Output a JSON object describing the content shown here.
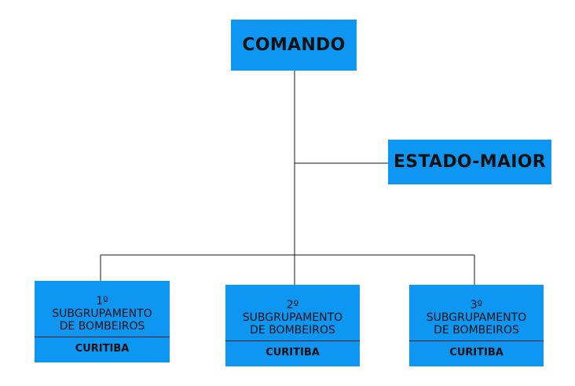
{
  "command": {
    "label": "COMANDO"
  },
  "staff": {
    "label": "ESTADO-MAIOR"
  },
  "units": [
    {
      "ordinal": "1º",
      "line1": "SUBGRUPAMENTO",
      "line2": "DE BOMBEIROS",
      "city": "CURITIBA"
    },
    {
      "ordinal": "2º",
      "line1": "SUBGRUPAMENTO",
      "line2": "DE BOMBEIROS",
      "city": "CURITIBA"
    },
    {
      "ordinal": "3º",
      "line1": "SUBGRUPAMENTO",
      "line2": "DE BOMBEIROS",
      "city": "CURITIBA"
    }
  ],
  "colors": {
    "box_fill": "#0d96f2",
    "line": "#1a1a1a",
    "text": "#111111"
  }
}
